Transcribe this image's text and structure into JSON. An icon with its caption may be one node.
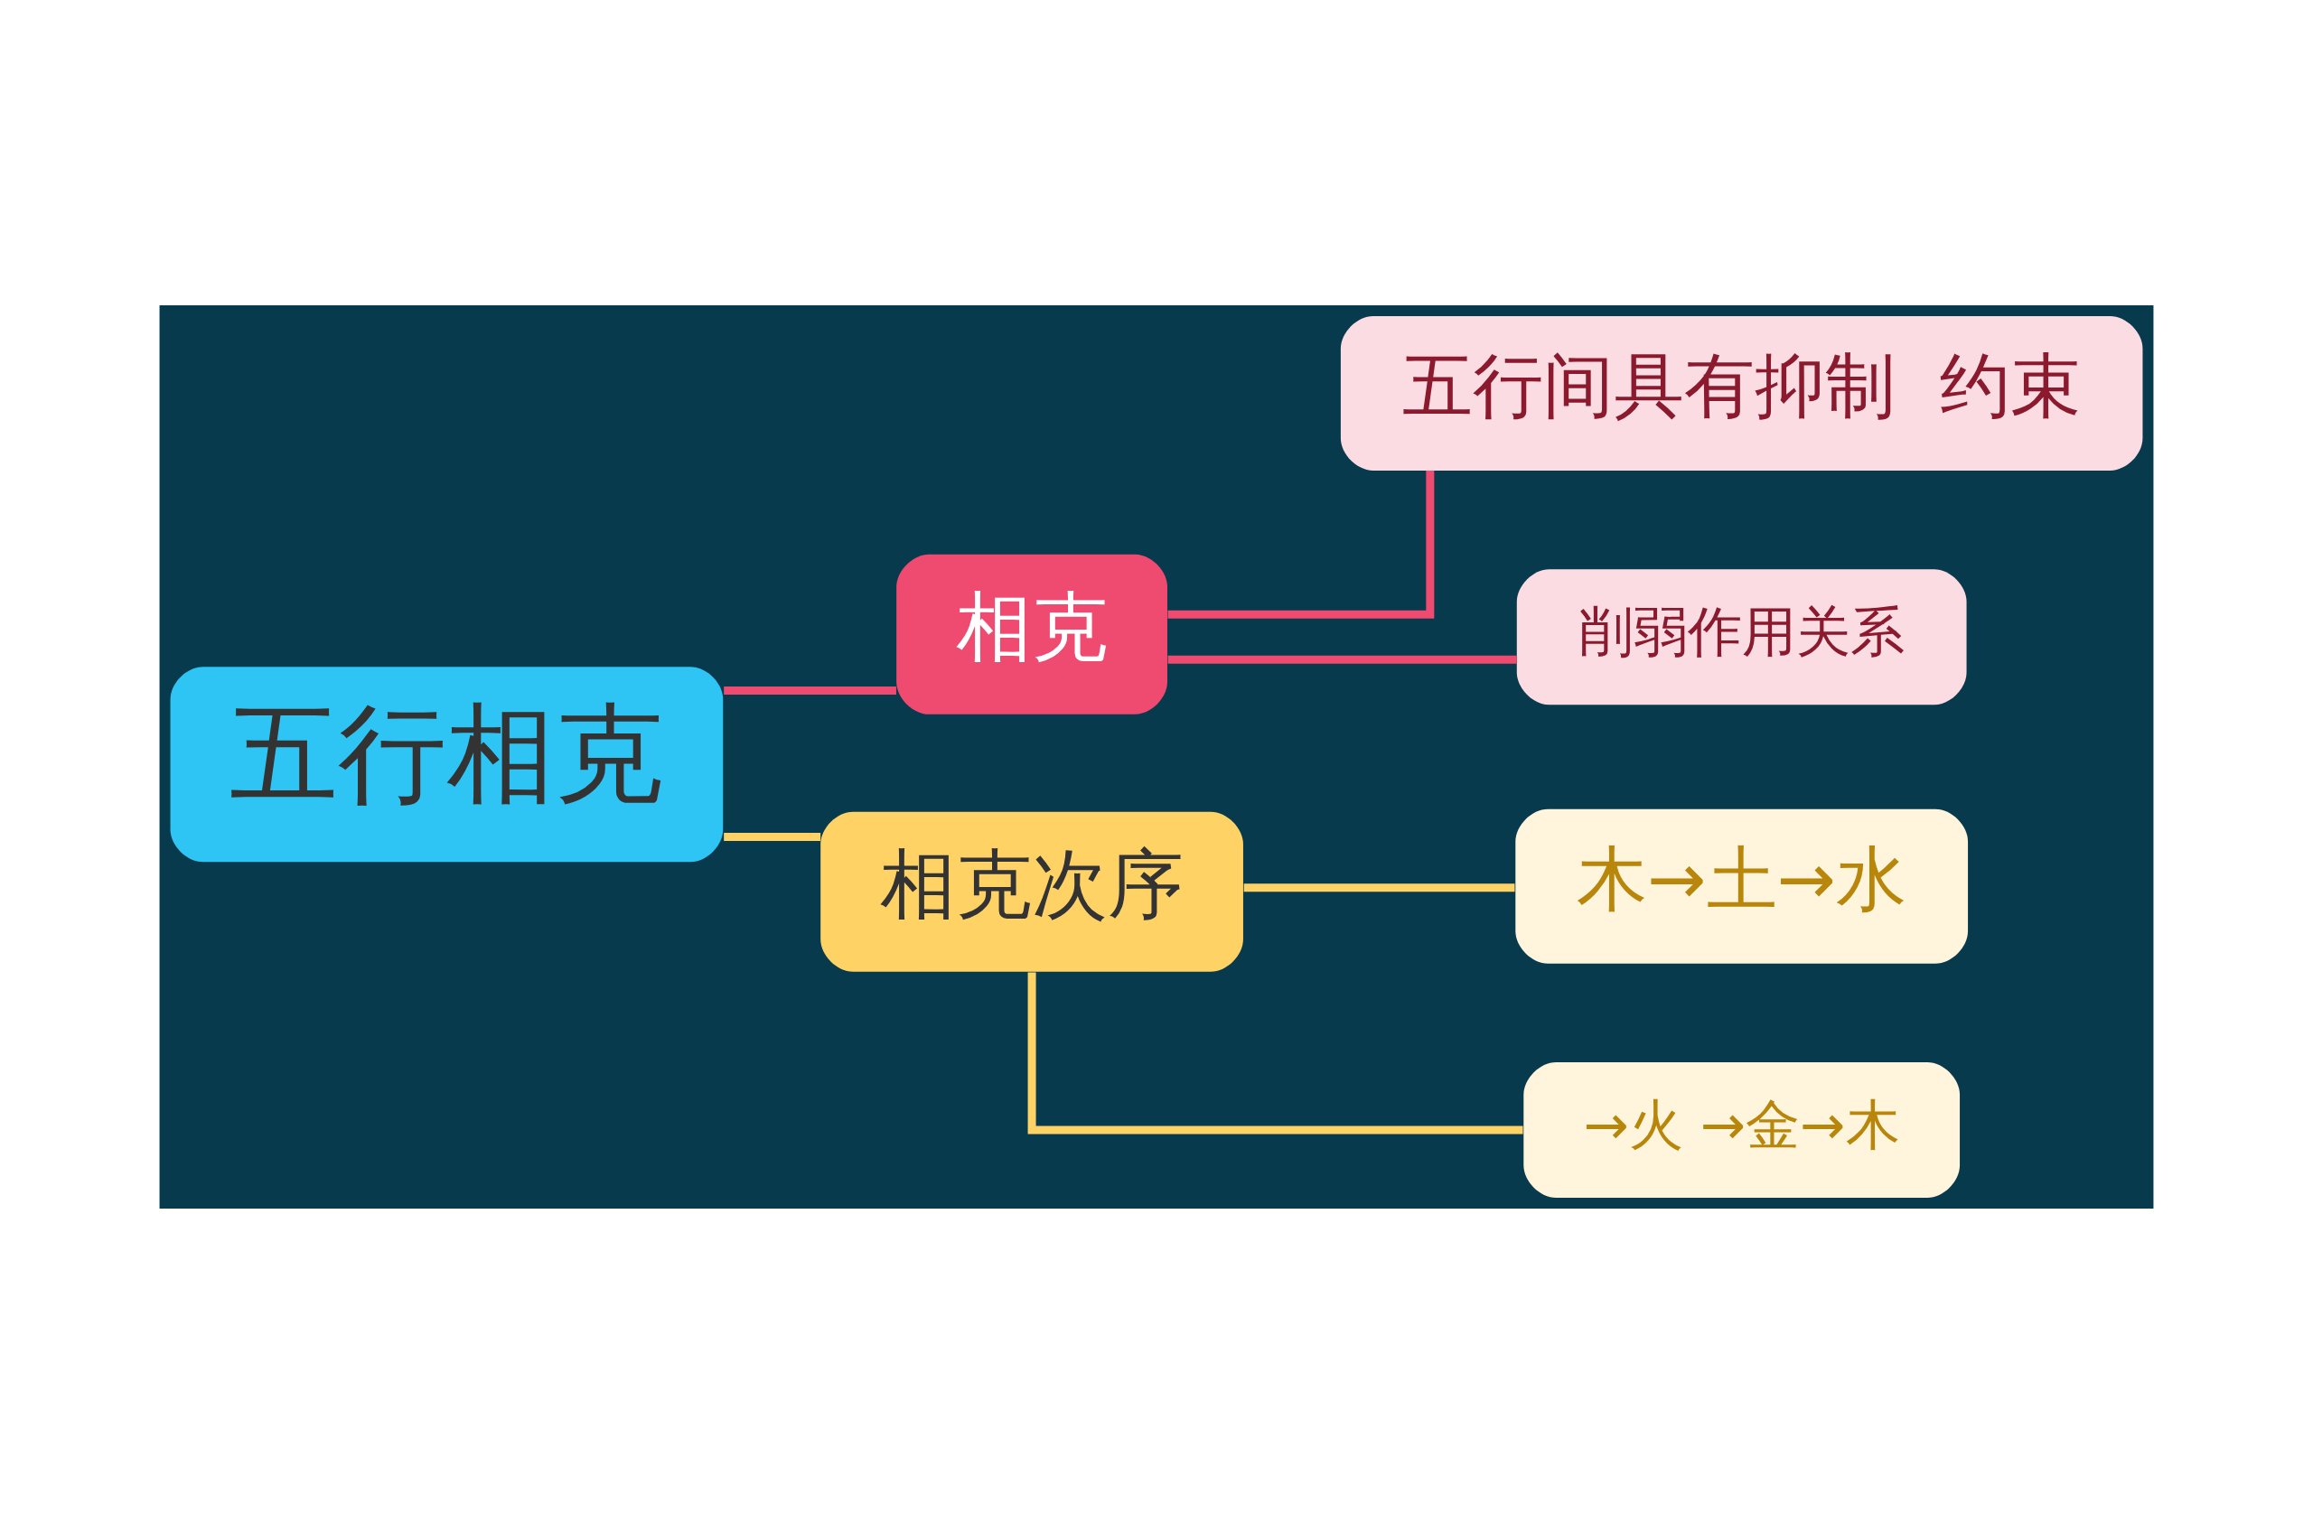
{
  "diagram": {
    "nodes": [
      {
        "text": [
          "五行相克"
        ]
      },
      {
        "text": [
          "相克"
        ]
      },
      {
        "text": [
          "五行间具有抑制  约束"
        ]
      },
      {
        "text": [
          "削弱作用关系"
        ]
      },
      {
        "text": [
          "相克次序"
        ]
      },
      {
        "text": [
          "木→土→水"
        ]
      },
      {
        "text": [
          "→火 →金→木"
        ]
      }
    ],
    "edges": [
      {
        "from": 0,
        "to": 1,
        "arrow": "none",
        "color": "#ef4a6f"
      },
      {
        "from": 1,
        "to": 2,
        "arrow": "none",
        "color": "#ef4a6f"
      },
      {
        "from": 1,
        "to": 3,
        "arrow": "none",
        "color": "#ef4a6f"
      },
      {
        "from": 0,
        "to": 4,
        "arrow": "none",
        "color": "#ffd266"
      },
      {
        "from": 4,
        "to": 5,
        "arrow": "none",
        "color": "#ffd266"
      },
      {
        "from": 4,
        "to": 6,
        "arrow": "none",
        "color": "#ffd266"
      }
    ]
  }
}
